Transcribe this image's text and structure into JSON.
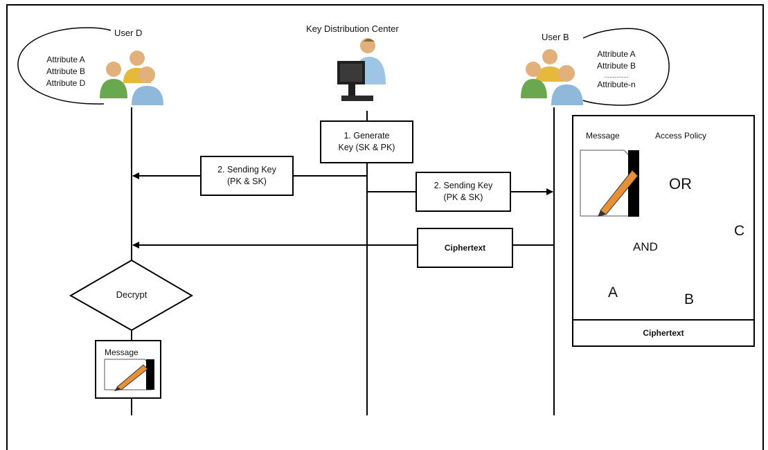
{
  "actors": {
    "user_d": {
      "title": "User D",
      "attributes": [
        "Attribute A",
        "Attribute B",
        "Attribute D"
      ]
    },
    "kdc": {
      "title": "Key Distribution Center"
    },
    "user_b": {
      "title": "User B",
      "attributes": [
        "Attribute A",
        "Attribute B",
        "..............",
        "Attribute-n"
      ]
    }
  },
  "steps": {
    "generate": [
      "1. Generate",
      "Key  (SK & PK)"
    ],
    "send_left": [
      "2. Sending Key",
      "(PK & SK)"
    ],
    "send_right": [
      "2. Sending Key",
      "(PK & SK)"
    ],
    "ciphertext_arrow": "Ciphertext",
    "decrypt": "Decrypt",
    "message_result": "Message"
  },
  "ciphertext_panel": {
    "message_label": "Message",
    "access_policy_label": "Access Policy",
    "footer": "Ciphertext",
    "policy_tree": {
      "root": "OR",
      "inner": "AND",
      "leaves": [
        "A",
        "B",
        "C"
      ]
    }
  },
  "colors": {
    "line": "#000000",
    "tree_edge": "#7a99b6",
    "person_green": "#6aa84f",
    "person_yellow": "#e6b93a",
    "person_blue": "#8fb8db",
    "skin": "#e2b07a"
  }
}
